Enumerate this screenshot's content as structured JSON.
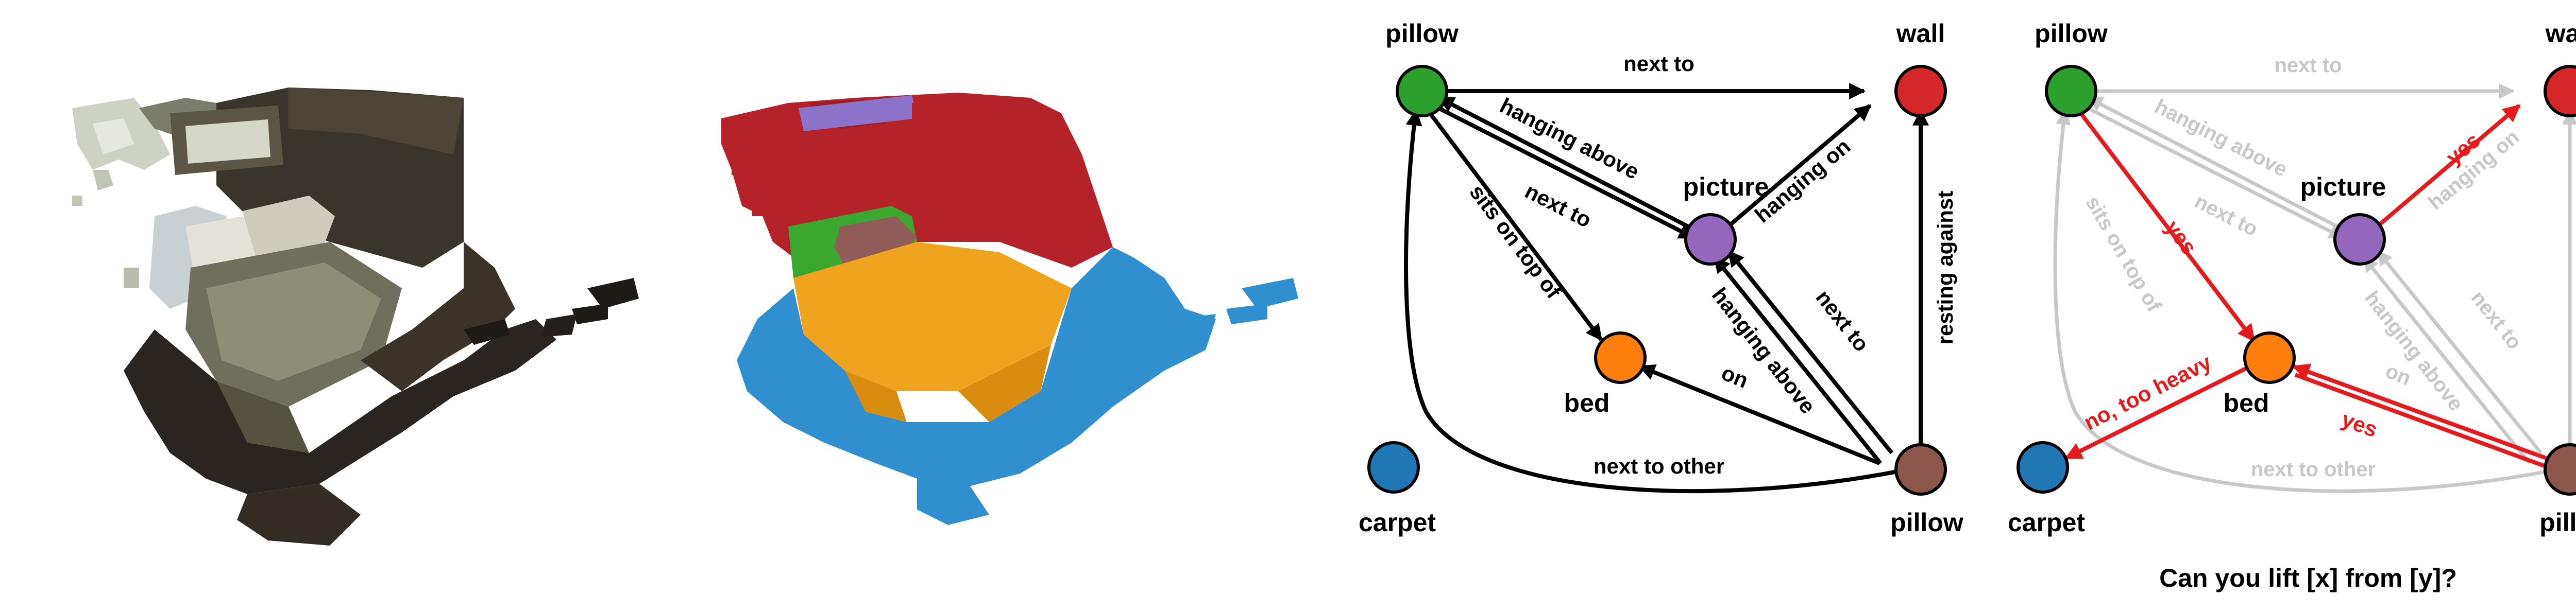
{
  "nodes": {
    "pillow_top": {
      "label": "pillow",
      "color": "#2ca02c"
    },
    "wall": {
      "label": "wall",
      "color": "#d62728"
    },
    "picture": {
      "label": "picture",
      "color": "#9467bd"
    },
    "bed": {
      "label": "bed",
      "color": "#ff7f0e"
    },
    "carpet": {
      "label": "carpet",
      "color": "#1f77b4"
    },
    "pillow_bottom": {
      "label": "pillow",
      "color": "#8c564b"
    }
  },
  "graph_edges": {
    "pt_wall": "next to",
    "picture_pt": "hanging above",
    "pt_picture": "next to",
    "picture_wall": "hanging on",
    "pt_bed": "sits on top of",
    "pb_picture_hang": "hanging above",
    "pb_picture_next": "next to",
    "pb_wall": "resting against",
    "pb_bed": "on",
    "pb_pt": "next to other"
  },
  "query": {
    "question": "Can you lift [x] from [y]?",
    "answers": {
      "picture_wall": "yes",
      "pt_bed": "yes",
      "bed_carpet": "no, too heavy",
      "pb_bed": "yes"
    },
    "answer_color": "#e41a1c",
    "faded_color": "#c8c8c8"
  },
  "colors": {
    "wall": "#b5222a",
    "picture": "#8a73c9",
    "pillow_top": "#3aa82e",
    "pillow_bottom": "#8f5c57",
    "bed": "#f0a31e",
    "carpet": "#2f8fcf",
    "scan_dark": "#2a2520",
    "scan_light": "#d9dcd0"
  }
}
